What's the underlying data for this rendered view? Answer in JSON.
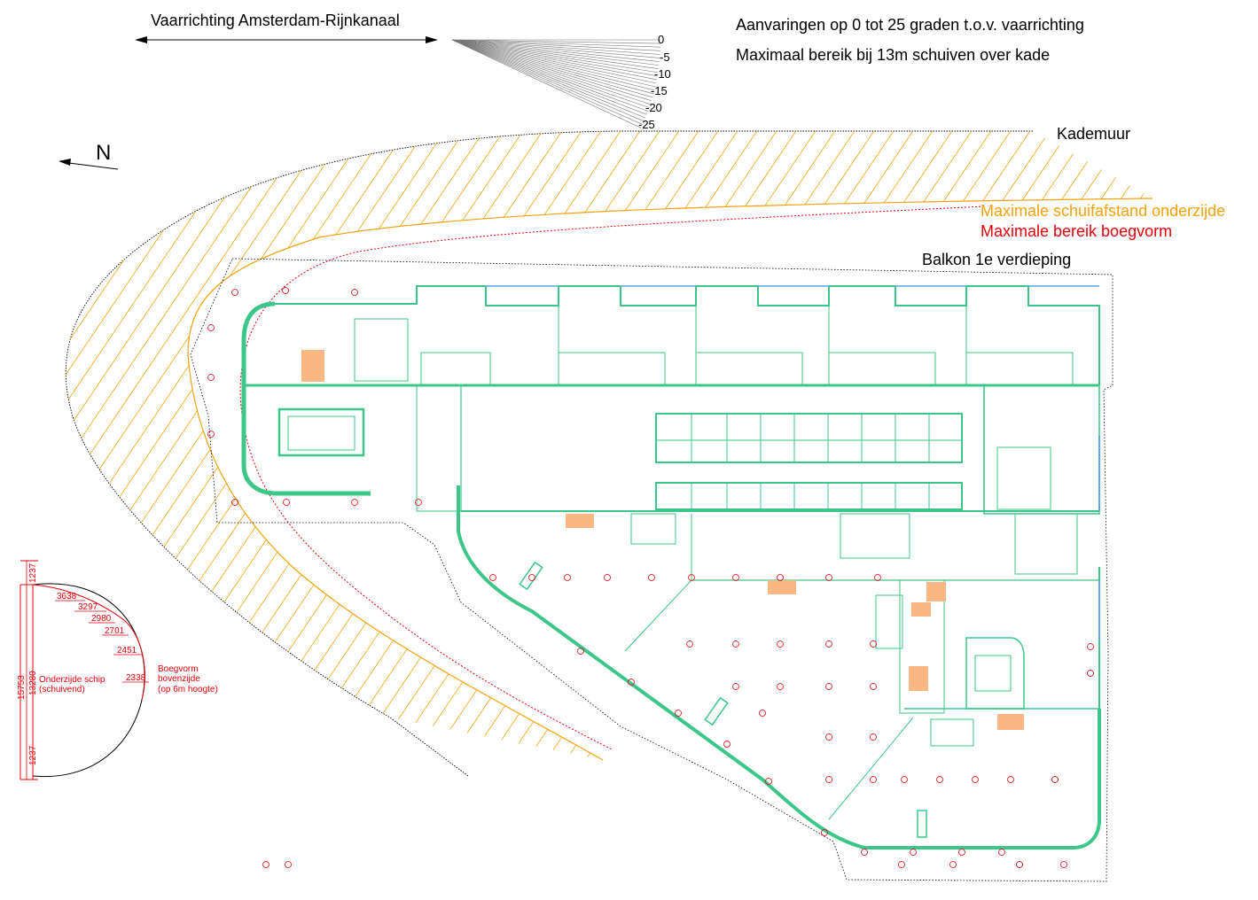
{
  "header": {
    "direction_label": "Vaarrichting Amsterdam-Rijnkanaal",
    "info_line_1": "Aanvaringen op 0 tot 25 graden t.o.v. vaarrichting",
    "info_line_2": "Maximaal bereik bij 13m schuiven over kade"
  },
  "angle_fan": {
    "labels": [
      "0",
      "-5",
      "-10",
      "-15",
      "-20",
      "-25"
    ]
  },
  "north_arrow": {
    "label": "N"
  },
  "legend": {
    "kademuur": "Kademuur",
    "max_slide": "Maximale schuifafstand onderzijde",
    "max_bow": "Maximale bereik boegvorm",
    "balcony": "Balkon 1e verdieping",
    "colors": {
      "slide": "#f2a20c",
      "bow": "#e8000b",
      "wall": "#3cc68a",
      "window": "#5aa7e6",
      "fill": "#f9b882"
    }
  },
  "bow_detail": {
    "dim_total": "15753",
    "dim_inner": "13280",
    "dim_top": "1237",
    "dim_bottom": "1237",
    "widths": [
      "3638",
      "3297",
      "2980",
      "2701",
      "2451",
      "2338"
    ],
    "hull_label_1": "Onderzijde schip",
    "hull_label_2": "(schuivend)",
    "bow_label_1": "Boegvorm",
    "bow_label_2": "bovenzijde",
    "bow_label_3": "(op 6m hoogte)"
  }
}
